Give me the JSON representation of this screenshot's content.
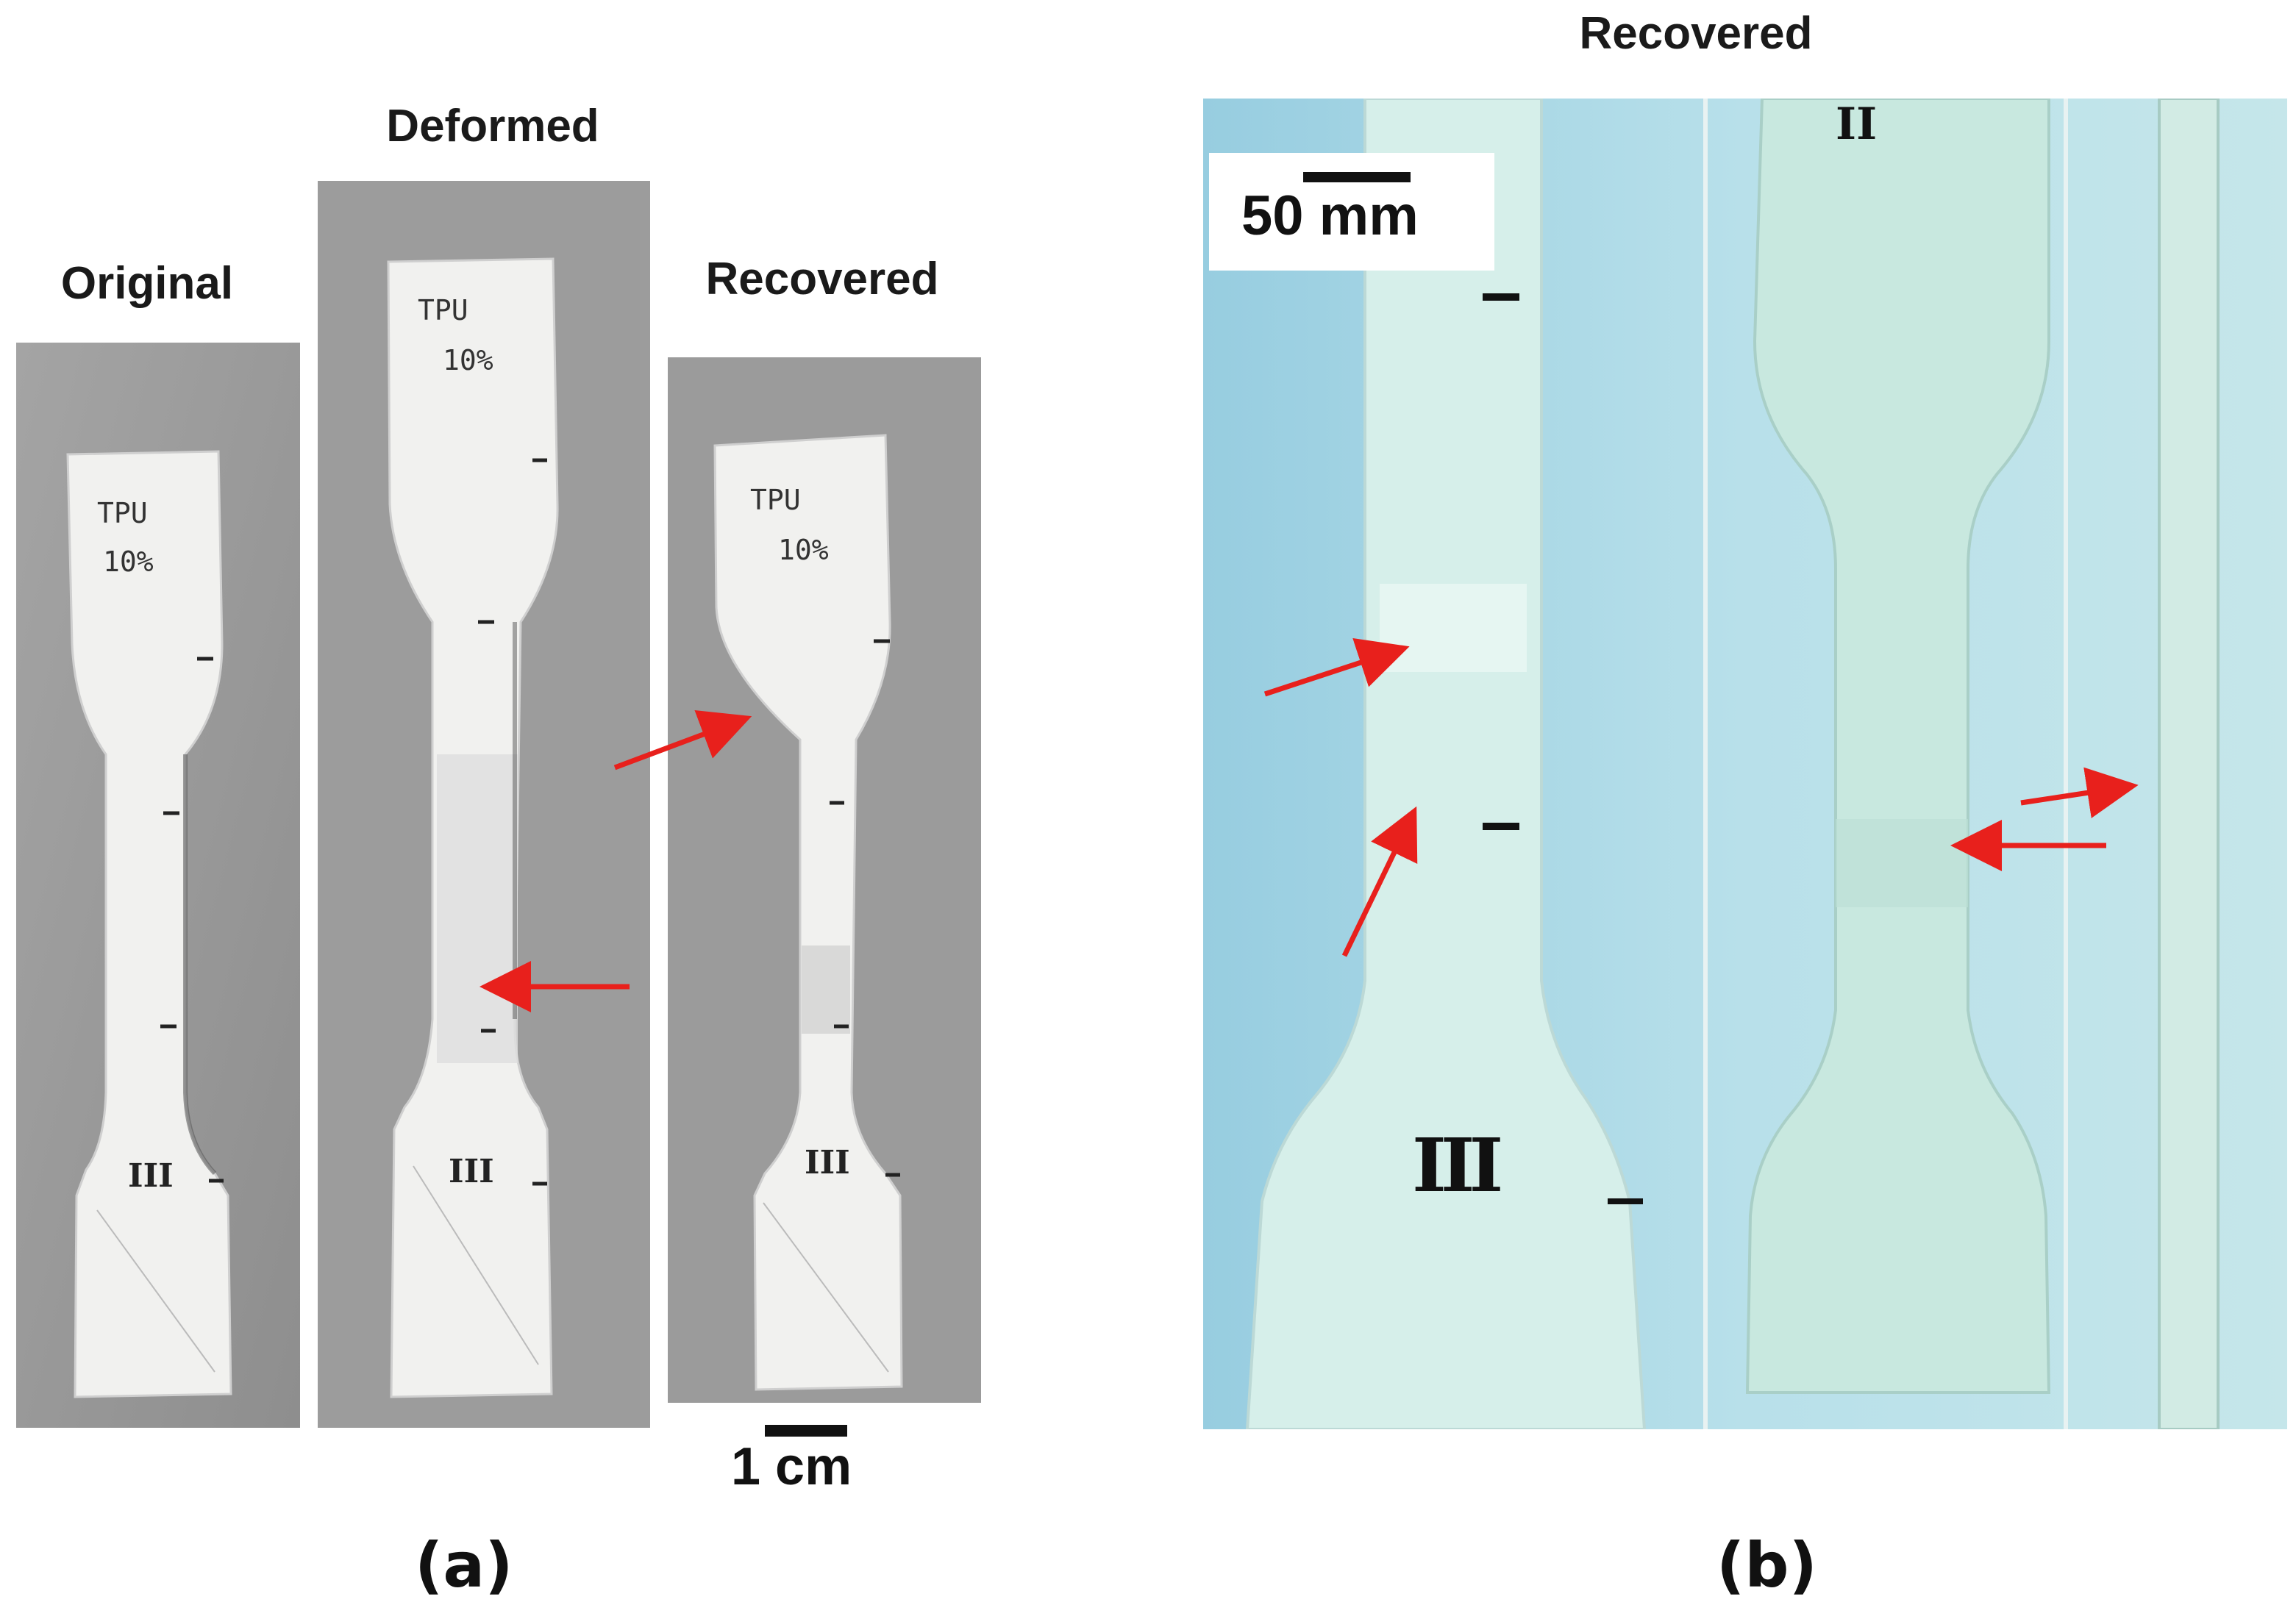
{
  "panel_a": {
    "labels": {
      "original": "Original",
      "deformed": "Deformed",
      "recovered": "Recovered"
    },
    "specimen_text": {
      "material": "TPU",
      "percent": "10%",
      "mark": "III"
    },
    "scale_bar": "1 cm",
    "caption": "(a)"
  },
  "panel_b": {
    "title": "Recovered",
    "scale_bar": "50 mm",
    "specimen_marks": [
      "III",
      "II"
    ],
    "caption": "(b)"
  },
  "colors": {
    "arrow": "#e8201c",
    "gray_photo_bg": "#9b9b9b",
    "blue_photo_bg": "#a9d7e4",
    "specimen_white": "#f4f4f2",
    "specimen_clear": "#d3ece6"
  }
}
